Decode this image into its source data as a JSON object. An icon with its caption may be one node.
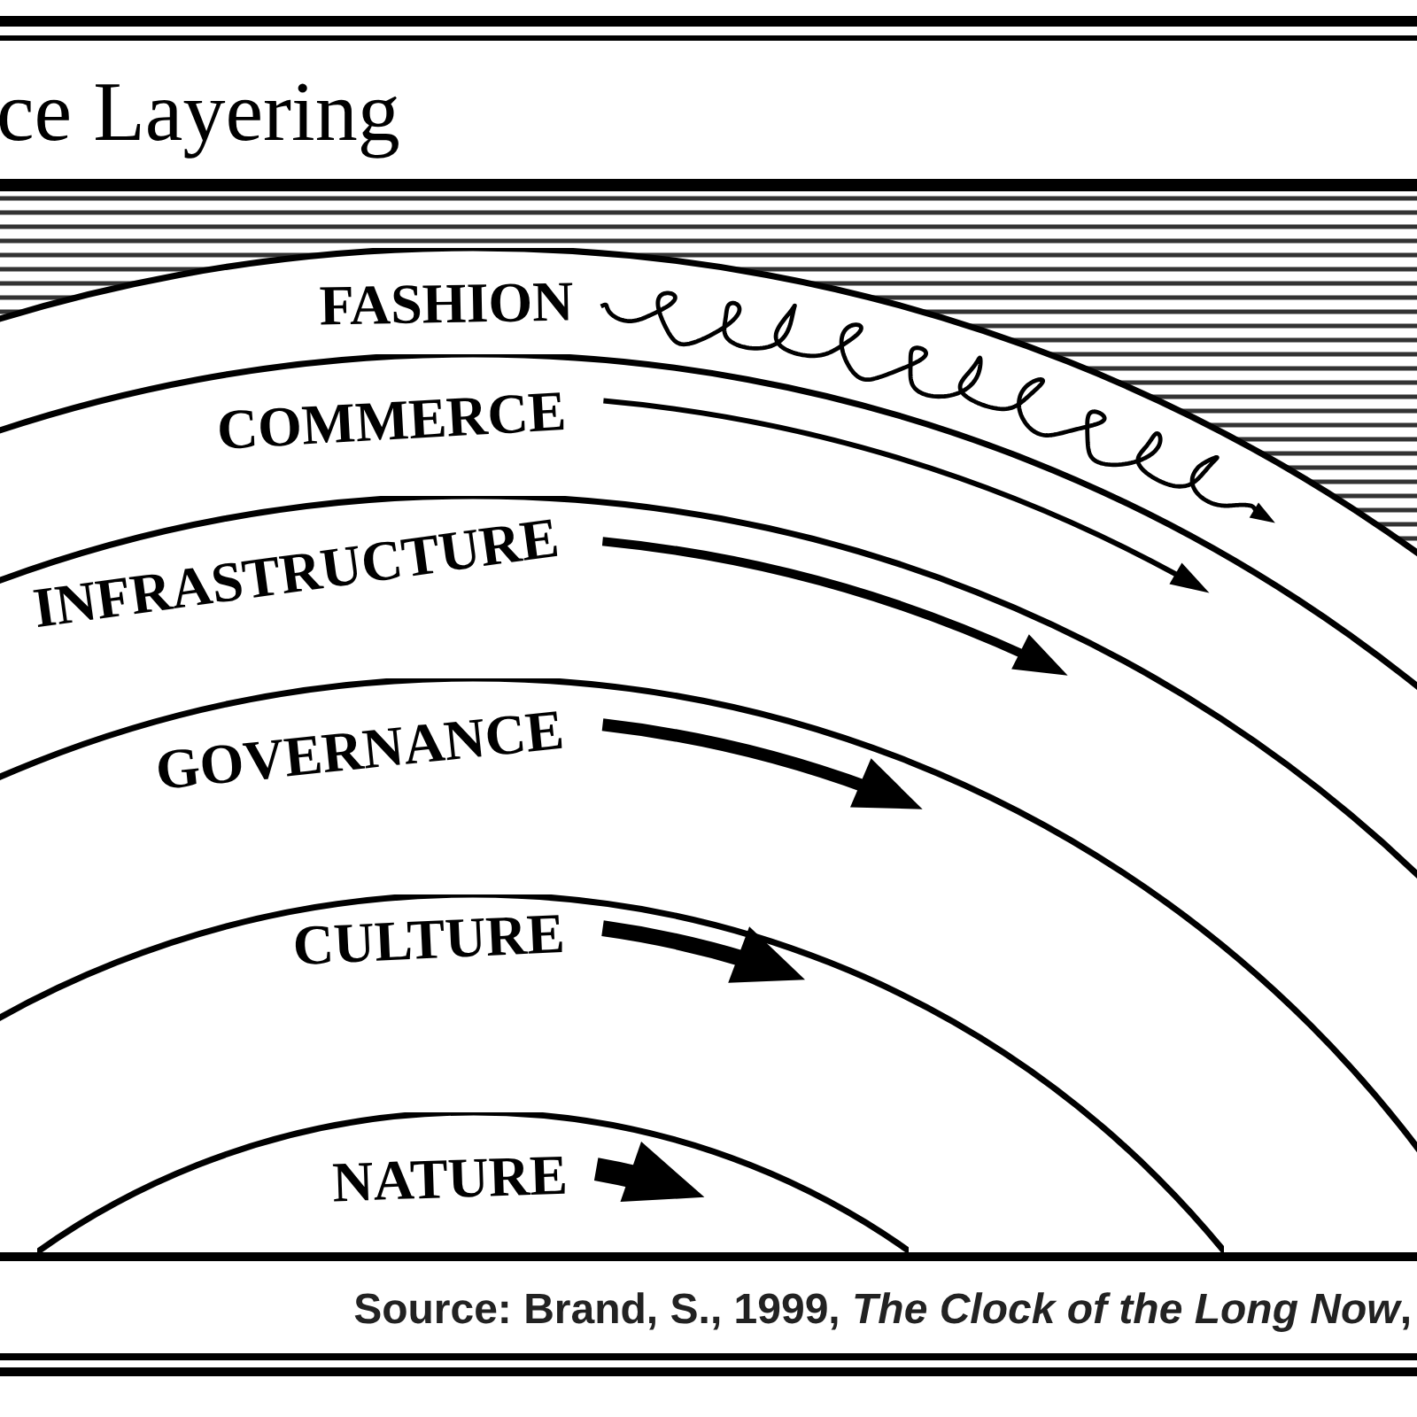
{
  "diagram": {
    "title": "ce Layering",
    "caption": "Source: Brand, S., 1999, *The Clock of the Long Now*,",
    "nodes": [
      {
        "text": [
          "FASHION"
        ]
      },
      {
        "text": [
          "COMMERCE"
        ],
        "in": 0
      },
      {
        "text": [
          "INFRASTRUCTURE"
        ],
        "in": 1
      },
      {
        "text": [
          "GOVERNANCE"
        ],
        "in": 2
      },
      {
        "text": [
          "CULTURE"
        ],
        "in": 3
      },
      {
        "text": [
          "NATURE"
        ],
        "in": 4
      }
    ]
  }
}
